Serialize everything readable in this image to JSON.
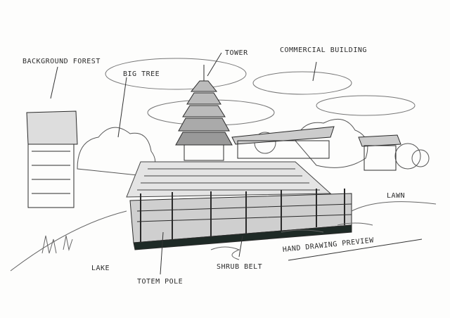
{
  "title": "HAND DRAWING PREVIEW",
  "labels": {
    "background_forest": "BACKGROUND FOREST",
    "big_tree": "BIG TREE",
    "tower": "TOWER",
    "commercial_building": "COMMERCIAL BUILDING",
    "lawn": "LAWN",
    "lake": "LAKE",
    "totem_pole": "TOTEM POLE",
    "shrub_belt": "SHRUB BELT"
  },
  "colors": {
    "ink": "#1e2a26",
    "paper": "#fdfdfc"
  }
}
